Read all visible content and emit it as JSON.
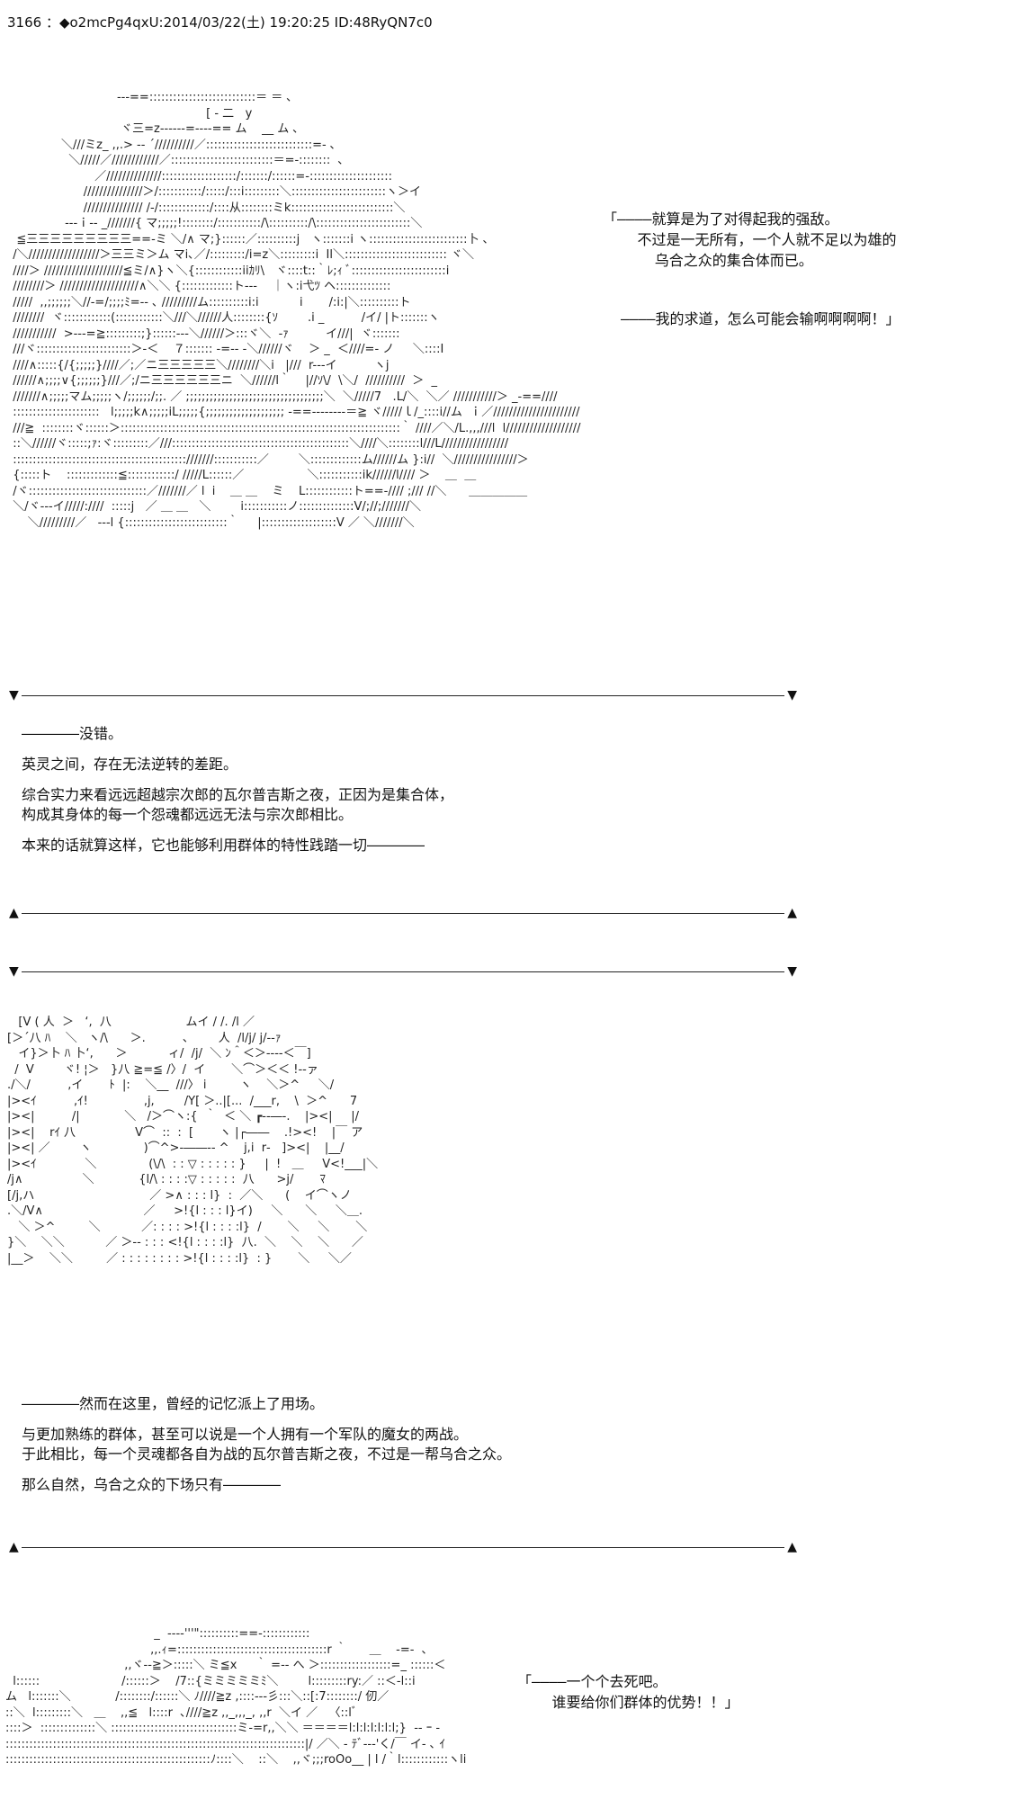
{
  "post_header": "3166 ：◆o2mcPg4qxU:2014/03/22(土) 19:20:25 ID:48RyQN7c0",
  "art": {
    "art1": "                              ---==:::::::::::::::::::::::::::＝ ＝ ､\n                                                      [ ‐ 二   y\n                               ヾ三=z------=----== ム    __ ム ､\n               ＼///ミz_ ,,.> ‐‐ ´//////////／:::::::::::::::::::::::::::=‐ ､\n                 ＼/////／////////////／::::::::::::::::::::::::::＝=-::::::::  ､\n                        ／//////////////:::::::::::::::::::/:::::::/::::::=-:::::::::::::::::::::\n                     ///////////////＞/:::::::::::/:::::/:::i:::::::::＼::::::::::::::::::::::::ヽ＞イ\n                     /////////////// /-/:::::::::::::/::::从::::::::ミk::::::::::::::::::::::::::＼\n                ---ｉ-- _///////{ マ;;;;;!::::::::/:::::::::::/\\::::::::::/\\::::::::::::::::::::::::＼\n   ≦三三三三三三三三三==-ミ ＼/∧ マ;}::::::／::::::::::j   ヽ:::::::i ヽ:::::::::::::::::::::::::卜 ､\n  /＼//////////////////＞三三ミ＞ム マi､／/:::::::::/i=z＼:::::::::i  Il＼:::::::::::::::::::::::::: ヾ＼\n  ////＞ ////////////////////≦ミ/∧}ヽ＼{::::::::::::iiｶﾘ\\   ヾ::::t::｀ﾚ;ｨ ﾞ::::::::::::::::::::::::i\n  ////////＞ ////////////////////∧＼＼ {:::::::::::::ト---    ｜ヽ:i弋ﾂ ヘ::::::::::::::\n  /////  ,,;;;;;;＼//‐=/;;;;ﾐ=-- ､ /////////ム::::::::::i:i           i       /:i:|＼::::::::::ト\n  ////////  ヾ::::::::::::(::::::::::::＼///＼//////人::::::::{ｿ        .i _          /イ/ |ト:::::::ヽ\n  ///////////  >---=≧:::::::::;}::::::---＼//////＞:::ヾ＼  -ｧ          イ///|  ヾ:::::::\n  ///ヾ::::::::::::::::::::::::＞‐＜    ７::::::: ‐=-- ‐＼//////ヾ    ＞ _  ＜////=‐ ノ     ＼::::I\n  ////∧:::::{/{;;;;;}////／;／ニ三三三三三＼////////＼i   |///  r---イ          ヽj\n  //////∧;;;;∨{;;;;;;}///／;/ニ三三三三三三ニ  ＼//////l｀    |//ｿ\\/  \\＼/  //////////  ＞  _\n  ///////∧;;;;;マム;;;;;ヽ/;;;;;;/;;. ／ ;;;;;;;;;;;;;;;;;;;;;;;;;;;;;;;;;;;＼  ＼/////7   .L/＼  ＼／ ///////////＞ _-==////\n  ::::::::::::::::::::::   l;;;;;k∧;;;;;iL;;;;;{;;;;;;;;;;;;;;;;;;;; -==--------＝≧ ヾ/////ｌ/_::::i//ム  ｉ／//////////////////////\n  ///≧  ::::::::ヾ::::::＞:::::::::::::::::::::::::::::::::::::::::::::::::::::::::::::::::::::::｀ ////／＼/L.,,,///l  l///////////////////\n  ::＼//////ヾ:::::;ｧ:ヾ:::::::::／///:::::::::::::::::::::::::::::::::::::::::::::＼////＼::::::::l///L/////////////////\n  ::::::::::::::::::::::::::::::::::::::::::::///////:::::::::::／        ＼:::::::::::::ム//////ム }:i//  ＼////////////////＞\n  {:::::ト    :::::::::::::≦::::::::::::/ /////L::::::／                 ＼:::::::::::ik//////l//// ＞    ＿  ＿\n  /ヾ::::::::::::::::::::::::::::::／///////／ l  i    ＿ ＿    ミ    L::::::::::::ト==-//// ;/// //＼      ＿＿＿＿＿\n  ＼/ヾ---イ/////:////  :::::j   ／ ＿ ＿   ＼        i:::::::::::ノ::::::::::::::V/;//;///////＼\n      ＼/////////／   ---l {::::::::::::::::::::::::::｀     |:::::::::::::::::::V ／ ＼///////＼",
    "art2": "   [V ( 人  ＞   ‘,  八                    ムイ / /. /l ／\n[＞´八 ﾊ    ＼   ヽ/\\      ＞.          ､        人  /l/j/ j/-‐ｧ\n   イ}＞卜 ﾊ 卜‘,      ＞           ィ/  /j/  ＼ ﾝ＾＜＞-‐‐-＜￣]\n  /  V        ヾ! ¦＞   }八 ≧=≦ /〉/  イ       ＼⌒＞＜＜ !-‐ァ\n./＼/          ,イ       ﾄ  |:    ＼__  ///〉 i         ヽ    ＼＞^     ＼/\n|><ｲ          ,ｲ!               ,j,        /Y[ ＞..|[...  /___r,    \\  ＞^      7\n|><|          /|            ＼   /＞⌒ヽ:{  ｀  ＜ ＼ ┏‐‐―-.    |><|     |/\n|><|    rｲ 八                V⌒  ::  :  [       ヽ |┌――    .!><!    |￣ ア\n|><| ／        ヽ              )⌒^>‐――-‐ ^    j,i  r‐   ]><|    |__/\n|><ｲ             ＼              (\\/\\  : : ▽ : : : : : }     |  !   ＿     V<!___|＼\n/j∧                ＼            {l/\\ : : : :▽ : : : : :  八      >j/       ﾏ\n[/j,ハ                               ／ >∧ : : : l}  :  ／＼      (    イ⌒ヽノ\n.＼/V∧                           ／     >!{l : : : l}イ)     ＼      ＼     ＼＿.\n   ＼ ＞^         ＼           ／: : : : >!{l : : : :l}  /       ＼     ＼       ＼\n}＼    ＼＼           ／ ＞‐‐ : : : <!{l : : : :l}  八.  ＼    ＼    ＼      ／\n|__＞    ＼＼         ／ : : : : : : : : >!{l : : : :l}  : }       ＼     ＼／",
    "art3": "                                        _  ‐‐‐‐'''\"::::::::::==-::::::::::::\n                                       ,,.ｨ=::::::::::::::::::::::::::::::::::::::r ｀      ＿    ‐=-  ､\n                                ,,ヾ‐-≧＞:::::＼ ミ≦x     ｀ =‐‐ へ ＞::::::::::::::::::=_ ::::::＜\n  l::::::                      /::::::＞    /7::{ミミミミミﾐ＼        l:::::::::ry:／ ::＜‐l::i\nム   l:::::::＼            /::::::::/::::::＼ ﾉ////≧z ,::::‐‐‐彡:::＼::[:7::::::::/ 仞／\n::＼  l:::::::::＼   ＿    ,,≦   l::::r  ､////≧z ,,_,,,_, ,,r  ＼イ ／   〈::lﾞ\n::::＞  ::::::::::::::＼ ::::::::::::::::::::::::::::::::ミ‐=r,,＼＼ ＝＝＝＝l:l:l:l:l:l:l;}  ‐‐ ｰ ‐\n::::::::::::::::::::::::::::::::::::::::::::::::::::::::::::::::::::::::::::|/ ／＼ ‐ ﾃﾞ-‐‐'く/￣ イ‐ ､ ｲ\n::::::::::::::::::::::::::::::::::::::::::::::::::::ﾉ::::＼    ::＼    ,,ヾ;;;roOo__ | l /｀l::::::::::::ヽli"
  },
  "speech": {
    "s1": "「――――就算是为了对得起我的强敌。\n    不过是一无所有，一个人就不足以为雄的\n      乌合之众的集合体而已。",
    "s2": "――――我的求道，怎么可能会输啊啊啊啊！」",
    "s3": "「――――一个个去死吧。\n    谁要给你们群体的优势！！」"
  },
  "narration": {
    "n1": [
      "――――没错。",
      "英灵之间，存在无法逆转的差距。",
      "综合实力来看远远超越宗次郎的瓦尔普吉斯之夜，正因为是集合体，\n构成其身体的每一个怨魂都远远无法与宗次郎相比。",
      "本来的话就算这样，它也能够利用群体的特性践踏一切――――"
    ],
    "n2": [
      "――――然而在这里，曾经的记忆派上了用场。",
      "与更加熟练的群体，甚至可以说是一个人拥有一个军队的魔女的两战。\n于此相比，每一个灵魂都各自为战的瓦尔普吉斯之夜，不过是一帮乌合之众。",
      "那么自然，乌合之众的下场只有――――"
    ]
  },
  "divider": {
    "down_marker": "▼",
    "up_marker": "▲"
  }
}
